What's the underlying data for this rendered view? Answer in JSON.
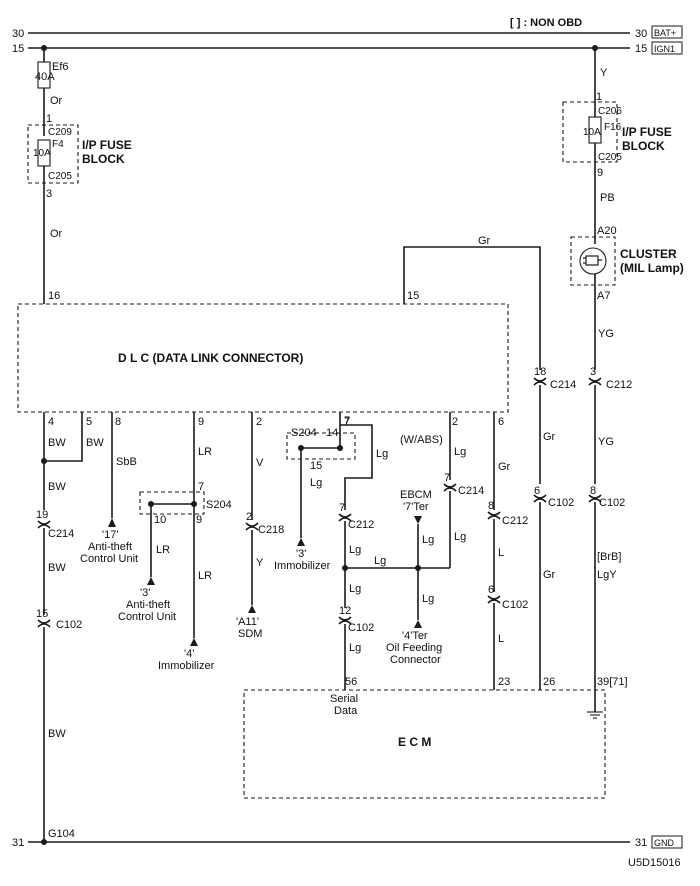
{
  "legend": {
    "text": "[   ] : NON OBD"
  },
  "rails": {
    "bat_num": "30",
    "bat_label": "BAT+",
    "ign_num": "15",
    "ign_label": "IGN1",
    "gnd_num": "31",
    "gnd_label": "GND",
    "ground_point": "G104"
  },
  "left_fuse": {
    "fuse_name": "Ef6",
    "fuse_rating": "40A",
    "wire_top": "Or",
    "pin_in": "1",
    "conn_top": "C209",
    "fuse2_name": "F4",
    "fuse2_rating": "10A",
    "conn_bottom": "C205",
    "pin_out": "3",
    "wire_bottom": "Or",
    "block_label_1": "I/P FUSE",
    "block_label_2": "BLOCK"
  },
  "right_fuse": {
    "wire_top": "Y",
    "pin_in": "1",
    "conn_top": "C206",
    "fuse_name": "F16",
    "fuse_rating": "10A",
    "conn_bottom": "C205",
    "pin_out": "9",
    "wire_bottom": "PB",
    "block_label_1": "I/P FUSE",
    "block_label_2": "BLOCK"
  },
  "cluster": {
    "pin_top": "A20",
    "pin_bottom": "A7",
    "label_1": "CLUSTER",
    "label_2": "(MIL Lamp)"
  },
  "dlc": {
    "title": "D   L   C (DATA LINK CONNECTOR)",
    "pin_16": "16",
    "pin_15": "15",
    "pin_4": "4",
    "pin_5": "5",
    "pin_8": "8",
    "pin_9": "9",
    "pin_2a": "2",
    "pin_7": "7",
    "pin_2b": "2",
    "pin_6": "6"
  },
  "wires": {
    "gr_top": "Gr",
    "bw_a": "BW",
    "bw_b": "BW",
    "bw_c": "BW",
    "bw_d": "BW",
    "bw_e": "BW",
    "sbb": "SbB",
    "lr_a": "LR",
    "lr_b": "LR",
    "lr_c": "LR",
    "v": "V",
    "y_sdm": "Y",
    "lg_a": "Lg",
    "lg_b": "Lg",
    "lg_c": "Lg",
    "lg_d": "Lg",
    "lg_e": "Lg",
    "lg_f": "Lg",
    "lg_g": "Lg",
    "lg_h": "Lg",
    "lg_i": "Lg",
    "gr_a": "Gr",
    "gr_b": "Gr",
    "gr_c": "Gr",
    "l_a": "L",
    "l_b": "L",
    "yg_a": "YG",
    "yg_b": "YG",
    "brb": "[BrB]",
    "lgy": "LgY",
    "wabs": "(W/ABS)"
  },
  "connectors": {
    "c214_19": "19",
    "c214_19_name": "C214",
    "c102_15": "15",
    "c102_15_name": "C102",
    "s204_left": "S204",
    "s204_left_7": "7",
    "s204_left_10": "10",
    "s204_left_9": "9",
    "c218_2": "2",
    "c218_name": "C218",
    "s204_mid": "S204",
    "s204_mid_14": "14",
    "s204_mid_7": "7",
    "s204_mid_15": "15",
    "c212_7": "7",
    "c212_7_name": "C212",
    "c102_12": "12",
    "c102_12_name": "C102",
    "c214_7": "7",
    "c214_7_name": "C214",
    "c212_8": "8",
    "c212_8_name": "C212",
    "c102_6": "6",
    "c102_6_name": "C102",
    "c214_18": "18",
    "c214_18_name": "C214",
    "c102_6b": "6",
    "c102_6b_name": "C102",
    "c212_3": "3",
    "c212_3_name": "C212",
    "c102_8": "8",
    "c102_8_name": "C102"
  },
  "components": {
    "antitheft17_pin": "'17'",
    "antitheft17_l1": "Anti-theft",
    "antitheft17_l2": "Control Unit",
    "antitheft3_pin": "'3'",
    "antitheft3_l1": "Anti-theft",
    "antitheft3_l2": "Control Unit",
    "immob4_pin": "'4'",
    "immob4_label": "Immobilizer",
    "sdm_pin": "'A11'",
    "sdm_label": "SDM",
    "immob3_pin": "'3'",
    "immob3_label": "Immobilizer",
    "ebcm_label": "EBCM",
    "ebcm_pin": "'7'Ter",
    "oil_pin": "'4'Ter",
    "oil_l1": "Oil Feeding",
    "oil_l2": "Connector"
  },
  "ecm": {
    "title": "E   C   M",
    "pin_56": "56",
    "serial_1": "Serial",
    "serial_2": "Data",
    "pin_23": "23",
    "pin_26": "26",
    "pin_39": "39[71]"
  },
  "diagram_id": "U5D15016"
}
